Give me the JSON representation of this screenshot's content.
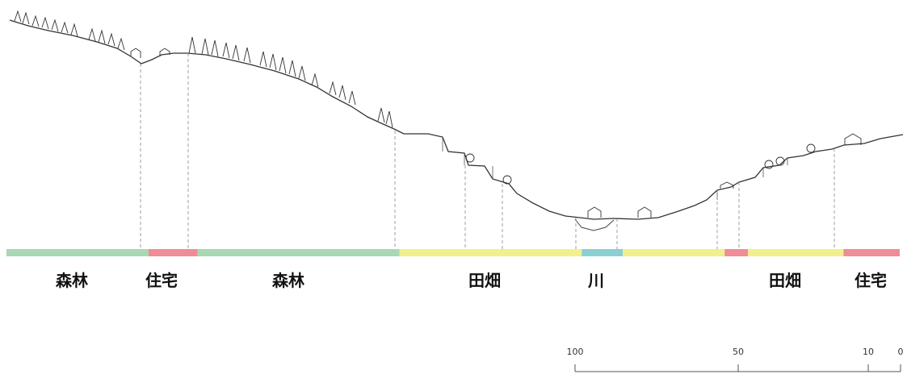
{
  "section": {
    "zones": [
      {
        "label": "森林",
        "color": "#a8d8b4",
        "start": 0,
        "end": 0.159
      },
      {
        "label": "住宅",
        "color": "#f08c96",
        "start": 0.159,
        "end": 0.214
      },
      {
        "label": "森林",
        "color": "#a8d8b4",
        "start": 0.214,
        "end": 0.44
      },
      {
        "label": "",
        "color": "#f2f08c",
        "start": 0.44,
        "end": 0.644
      },
      {
        "label": "川",
        "color": "#8ccfd2",
        "start": 0.644,
        "end": 0.69
      },
      {
        "label": "",
        "color": "#f2f08c",
        "start": 0.69,
        "end": 0.804
      },
      {
        "label": "",
        "color": "#f08c96",
        "start": 0.804,
        "end": 0.83
      },
      {
        "label": "",
        "color": "#f2f08c",
        "start": 0.83,
        "end": 0.937
      },
      {
        "label": "住宅",
        "color": "#f08c96",
        "start": 0.937,
        "end": 1
      }
    ],
    "paddy_label": "田畑",
    "paddy_label_2": "田畑"
  },
  "scale": {
    "ticks": [
      "100",
      "50",
      "10",
      "0"
    ]
  }
}
